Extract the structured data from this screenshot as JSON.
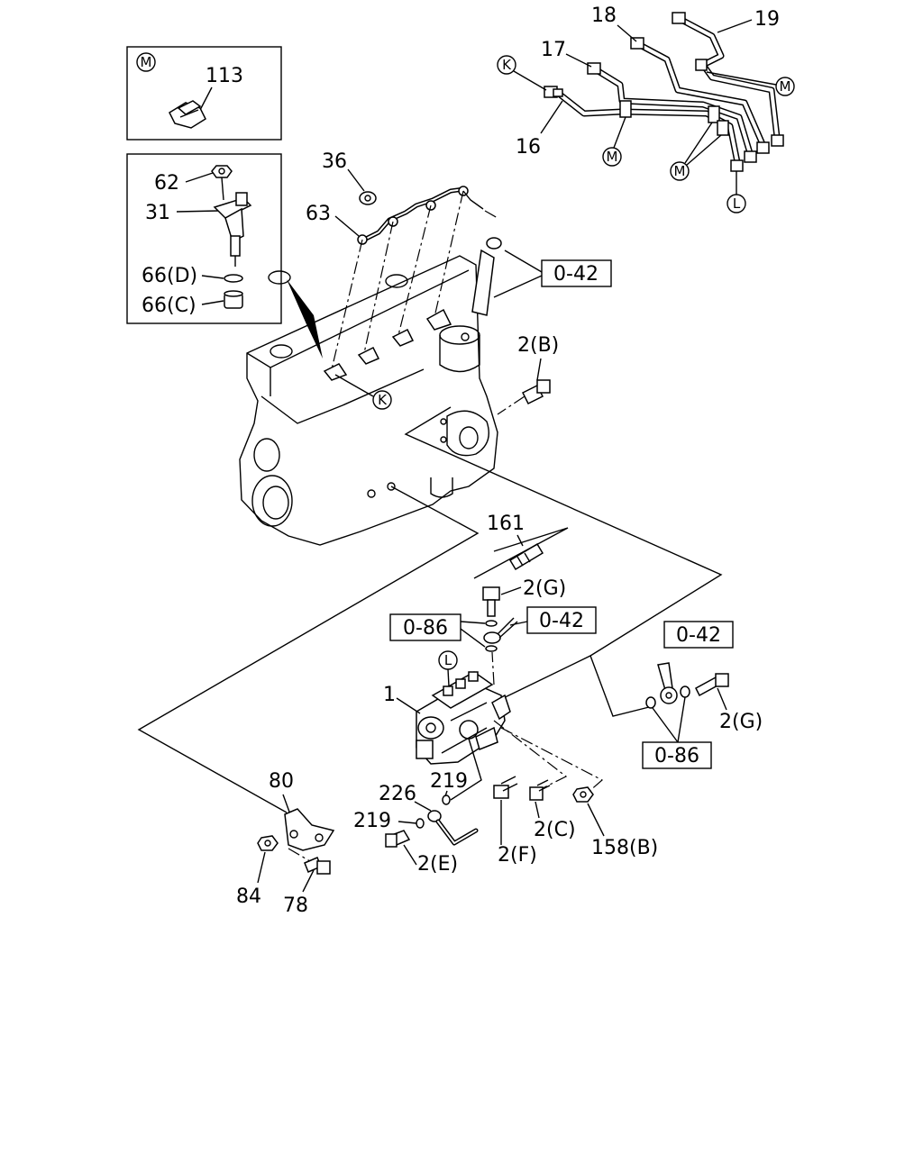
{
  "inset_m": {
    "ref": "M",
    "part": "113"
  },
  "inset_injector": {
    "p62": "62",
    "p31": "31",
    "p66d": "66(D)",
    "p66c": "66(C)"
  },
  "top_refs": {
    "p18": "18",
    "p19": "19",
    "p17": "17",
    "k": "K",
    "m1": "M",
    "p16": "16",
    "m2": "M",
    "m3": "M",
    "l": "L"
  },
  "engine_refs": {
    "p36": "36",
    "p63": "63",
    "ref042a": "0-42",
    "k": "K",
    "p2b": "2(B)",
    "p161": "161"
  },
  "pump_refs": {
    "p2g_top": "2(G)",
    "ref086a": "0-86",
    "ref042b": "0-42",
    "l": "L",
    "ref042c": "0-42",
    "p1": "1",
    "p2g_side": "2(G)",
    "ref086b": "0-86",
    "p80": "80",
    "p226": "226",
    "p219a": "219",
    "p219b": "219",
    "p2e": "2(E)",
    "p2f": "2(F)",
    "p2c": "2(C)",
    "p158b": "158(B)",
    "p84": "84",
    "p78": "78"
  }
}
